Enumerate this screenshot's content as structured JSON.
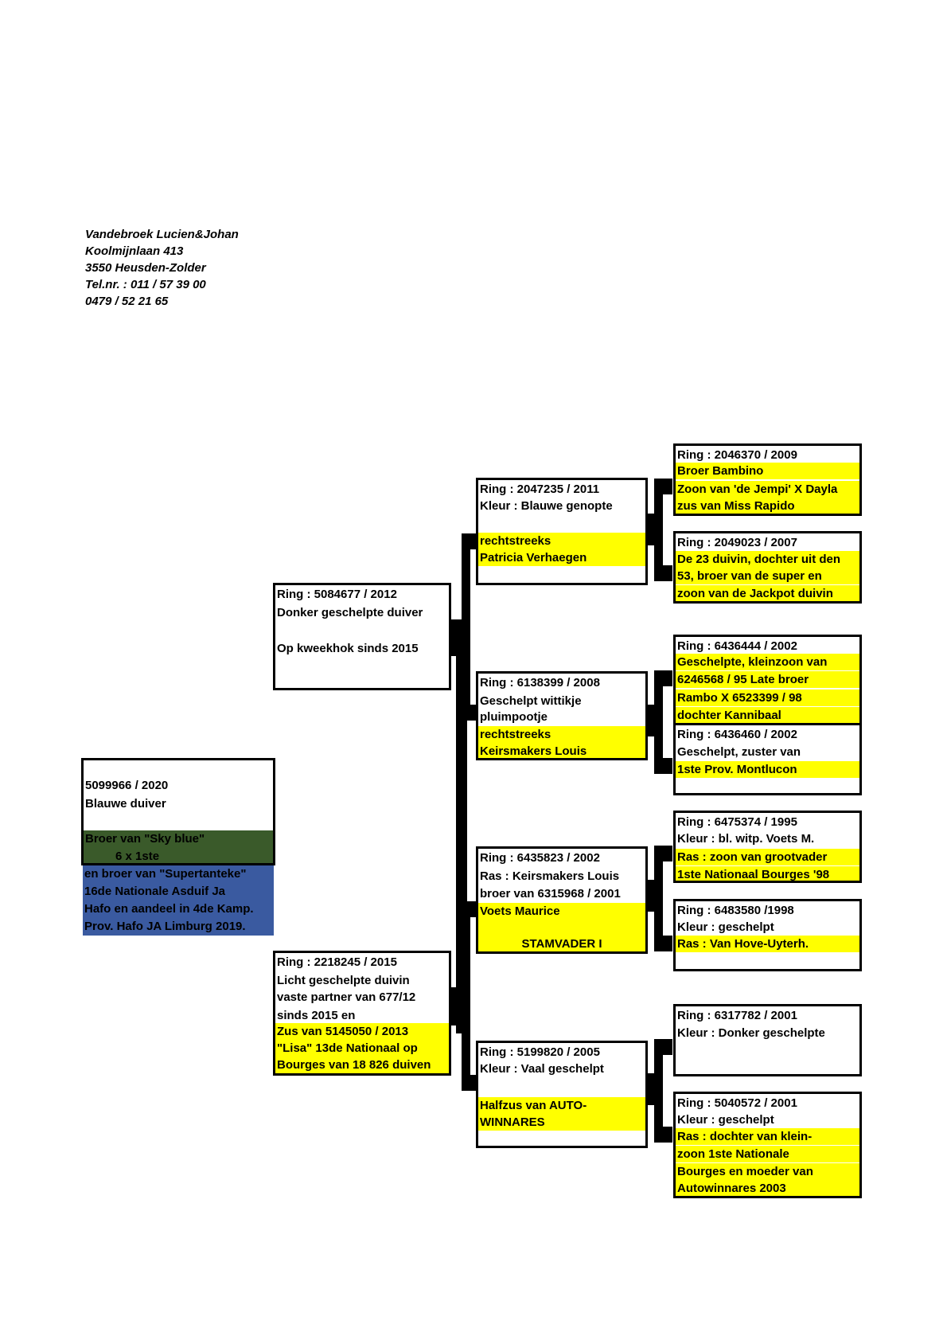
{
  "owner": {
    "name": "Vandebroek Lucien&Johan",
    "street": "Koolmijnlaan 413",
    "city": "3550 Heusden-Zolder",
    "tel": "Tel.nr. : 011 / 57 39 00",
    "mobile": "0479 / 52 21 65"
  },
  "subject": {
    "ring": "5099966 / 2020",
    "color": "Blauwe duiver",
    "note1": "Broer van \"Sky blue\"",
    "note2": "6 x 1ste",
    "note3": "en broer van \"Supertanteke\"",
    "note4": "16de Nationale Asduif Ja",
    "note5": "Hafo en aandeel in 4de Kamp.",
    "note6": "Prov. Hafo JA Limburg 2019.",
    "green_bg": "#3a5a2a",
    "blue_bg": "#3a5aa0"
  },
  "father": {
    "l1": "Ring : 5084677 / 2012",
    "l2": "Donker geschelpte duiver",
    "l3": "Op kweekhok sinds 2015"
  },
  "mother": {
    "l1": "Ring : 2218245 / 2015",
    "l2": "Licht geschelpte duivin",
    "l3": "vaste partner van 677/12",
    "l4": "sinds 2015 en",
    "l5": "Zus van 5145050 / 2013",
    "l6": "\"Lisa\"  13de Nationaal op",
    "l7": "Bourges van 18 826 duiven"
  },
  "ff": {
    "l1": "Ring : 2047235 / 2011",
    "l2": "Kleur : Blauwe genopte",
    "l3": "rechtstreeks",
    "l4": "Patricia Verhaegen"
  },
  "fm": {
    "l1": "Ring : 6138399 / 2008",
    "l2": "Geschelpt wittikje",
    "l3": "pluimpootje",
    "l4": "rechtstreeks",
    "l5": "Keirsmakers Louis"
  },
  "mf": {
    "l1": "Ring : 6435823 / 2002",
    "l2": "Ras : Keirsmakers Louis",
    "l3": "broer van 6315968 / 2001",
    "l4": "Voets Maurice",
    "l5": "STAMVADER I"
  },
  "mm": {
    "l1": "Ring :  5199820 / 2005",
    "l2": "Kleur : Vaal geschelpt",
    "l3": "Halfzus van AUTO-",
    "l4": "WINNARES"
  },
  "fff": {
    "l1": "Ring : 2046370 / 2009",
    "l2": "Broer Bambino",
    "l3": "Zoon van 'de Jempi' X Dayla",
    "l4": "zus van Miss Rapido"
  },
  "ffm": {
    "l1": "Ring : 2049023 / 2007",
    "l2": "De 23 duivin, dochter uit den",
    "l3": "53, broer van de super en",
    "l4": "zoon van de Jackpot duivin"
  },
  "fmf": {
    "l1": "Ring : 6436444 / 2002",
    "l2": "Geschelpte, kleinzoon van",
    "l3": "6246568 / 95 Late broer",
    "l4": "Rambo X 6523399 / 98",
    "l5": "dochter Kannibaal"
  },
  "fmm": {
    "l1": "Ring : 6436460 / 2002",
    "l2": "Geschelpt, zuster van",
    "l3": "1ste Prov. Montlucon"
  },
  "mff": {
    "l1": "Ring : 6475374 / 1995",
    "l2": "Kleur : bl. witp. Voets M.",
    "l3": "Ras : zoon van grootvader",
    "l4": "1ste Nationaal Bourges '98"
  },
  "mfm": {
    "l1": "Ring : 6483580 /1998",
    "l2": "Kleur : geschelpt",
    "l3": "Ras : Van Hove-Uyterh."
  },
  "mmf": {
    "l1": "Ring : 6317782 / 2001",
    "l2": "Kleur : Donker geschelpte"
  },
  "mmm": {
    "l1": "Ring : 5040572 / 2001",
    "l2": "Kleur : geschelpt",
    "l3": "Ras : dochter van klein-",
    "l4": "zoon 1ste Nationale",
    "l5": "Bourges en moeder van",
    "l6": "Autowinnares 2003"
  }
}
